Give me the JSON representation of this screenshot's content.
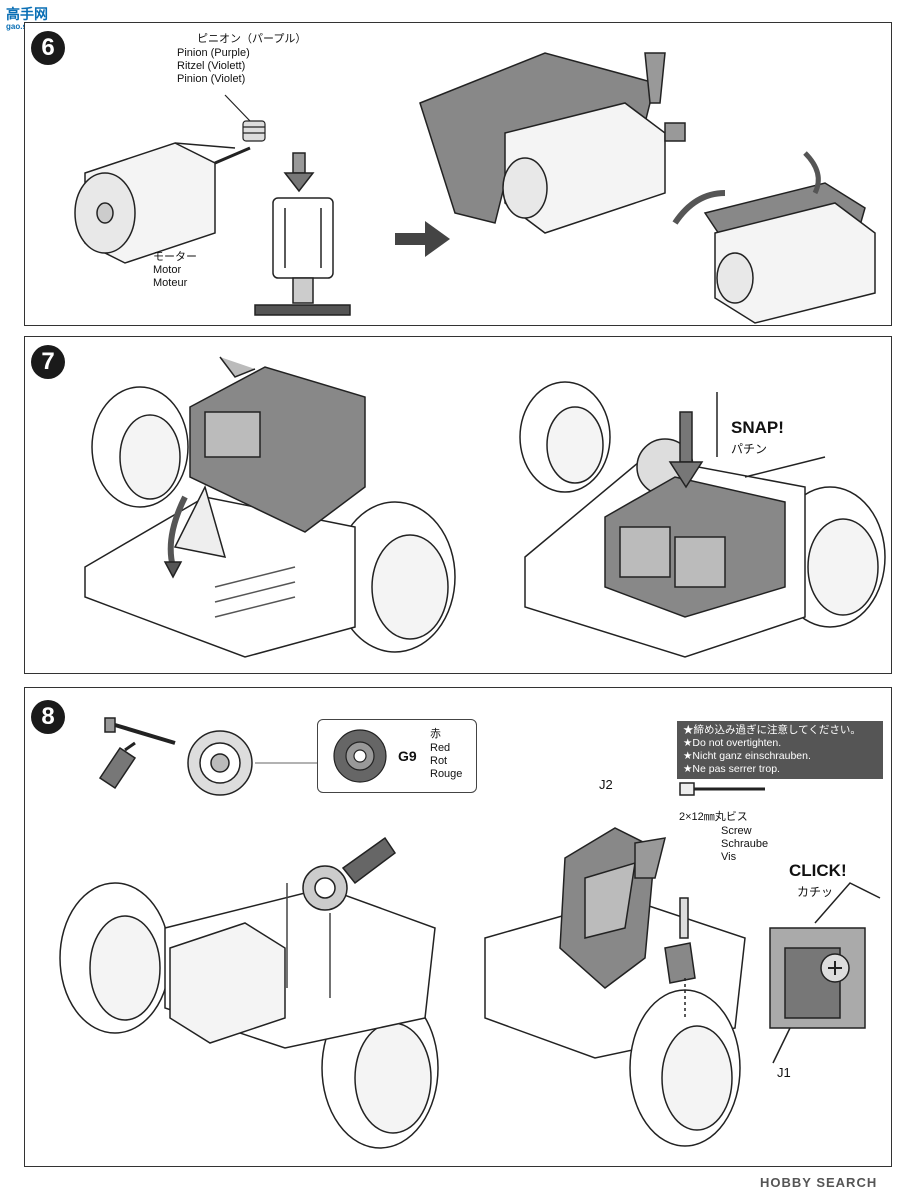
{
  "watermark": {
    "top_chars": "高手网",
    "top_url": "gao.shou.com"
  },
  "step6": {
    "number": "6",
    "pinion_jp": "ピニオン（パープル）",
    "pinion_en": "Pinion (Purple)",
    "pinion_de": "Ritzel (Violett)",
    "pinion_fr": "Pinion (Violet)",
    "motor_jp": "モーター",
    "motor_en": "Motor",
    "motor_fr": "Moteur"
  },
  "step7": {
    "number": "7",
    "snap_en": "SNAP!",
    "snap_jp": "パチン"
  },
  "step8": {
    "number": "8",
    "gear_code": "G9",
    "gear_color_jp": "赤",
    "gear_color_en": "Red",
    "gear_color_de": "Rot",
    "gear_color_fr": "Rouge",
    "warning": [
      "★締め込み過ぎに注意してください。",
      "★Do not overtighten.",
      "★Nicht ganz einschrauben.",
      "★Ne pas serrer trop."
    ],
    "screw_jp": "2×12㎜丸ビス",
    "screw_en": "Screw",
    "screw_de": "Schraube",
    "screw_fr": "Vis",
    "part_j2": "J2",
    "part_j1": "J1",
    "click_en": "CLICK!",
    "click_jp": "カチッ"
  },
  "footer": {
    "brand": "HOBBY SEARCH"
  }
}
